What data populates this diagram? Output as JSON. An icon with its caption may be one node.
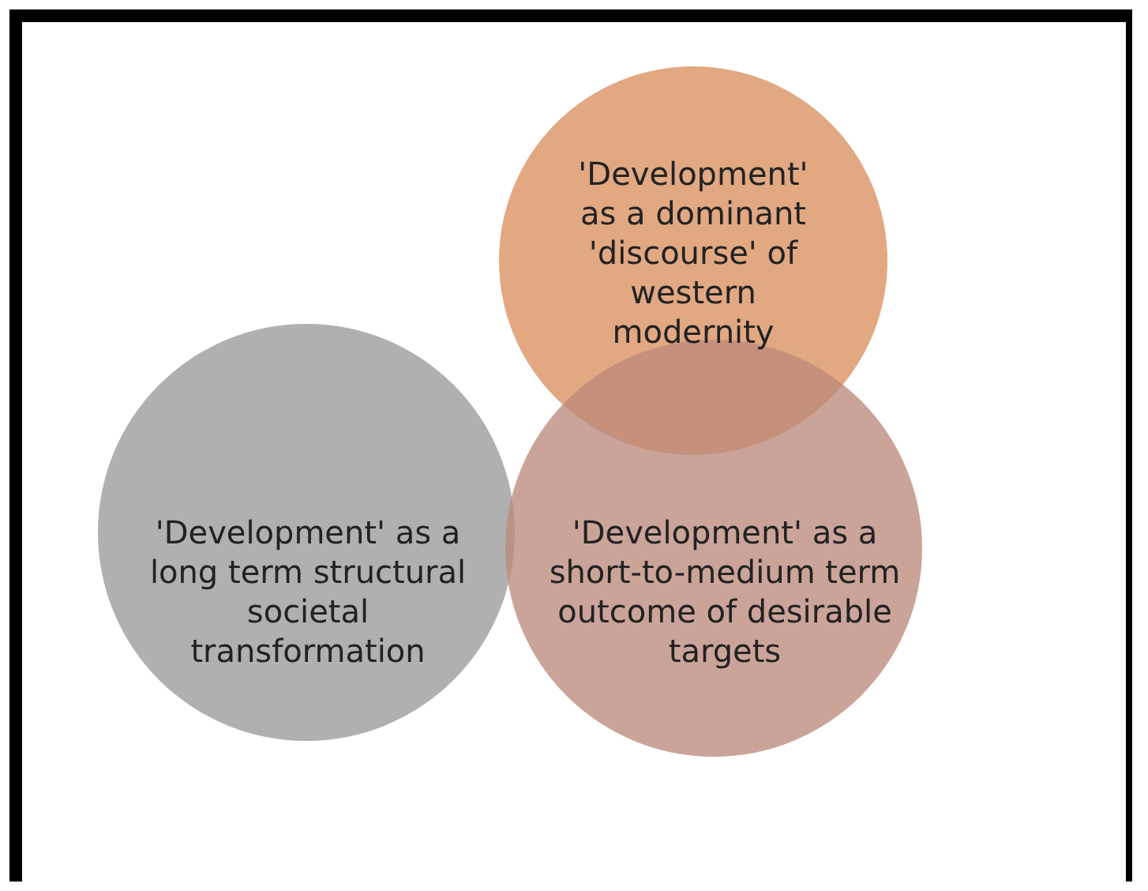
{
  "diagram": {
    "nodes": [
      {
        "text": [
          "'Development' as a dominant 'discourse' of western modernity"
        ]
      },
      {
        "text": [
          "'Development' as a long term structural societal transformation"
        ]
      },
      {
        "text": [
          "'Development' as a short-to-medium term outcome of desirable targets"
        ]
      }
    ]
  }
}
